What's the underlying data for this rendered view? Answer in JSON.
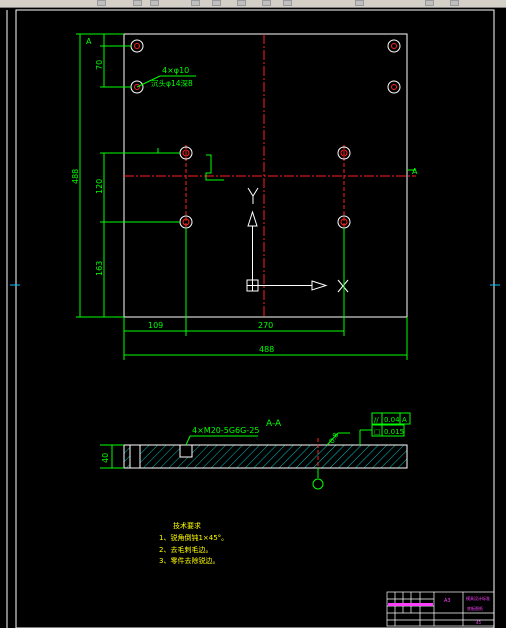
{
  "colors": {
    "background": "#000000",
    "frame": "#ffffff",
    "dimension": "#00ff00",
    "centerline": "#ff2020",
    "hatch": "#00c0c0",
    "text_yellow": "#ffff00",
    "text_magenta": "#ff40ff",
    "text_cyan": "#00ffff"
  },
  "toolbar": {
    "icons": [
      "pan-icon",
      "zoom-icon",
      "zoom-window-icon",
      "zoom-previous-icon",
      "properties-icon",
      "design-center-icon",
      "tool-palette-icon",
      "calculator-icon",
      "layer-icon"
    ]
  },
  "drawing": {
    "top_view": {
      "dim_A": "A",
      "dim_upper_small": "70",
      "dim_height_total": "488",
      "dim_120": "120",
      "dim_163": "163",
      "dim_109": "109",
      "dim_270": "270",
      "dim_width_total": "488",
      "hole_note_line1": "4×φ10",
      "hole_note_line2": "沉头φ14深8",
      "section_marker": "A",
      "axis_y": "Y",
      "axis_x": "X"
    },
    "section_view": {
      "title": "A-A",
      "thread_note": "4×M20-5G6G-25",
      "dim_thickness": "40",
      "roughness": "0.8",
      "tolerance_flatness_symbol": "//",
      "tolerance_flatness_value": "0.04",
      "tolerance_datum": "A",
      "tolerance_second_symbol": "□",
      "tolerance_second_value": "0.015"
    },
    "tech_requirements": {
      "title": "技术要求",
      "items": [
        "1、锐角倒钝1×45°。",
        "2、去毛刺毛边。",
        "3、零件去除锐边。"
      ]
    },
    "title_block": {
      "label_a": "A3",
      "label_b": "模具设计标准",
      "label_c": "底板图纸",
      "label_d": "45"
    }
  }
}
